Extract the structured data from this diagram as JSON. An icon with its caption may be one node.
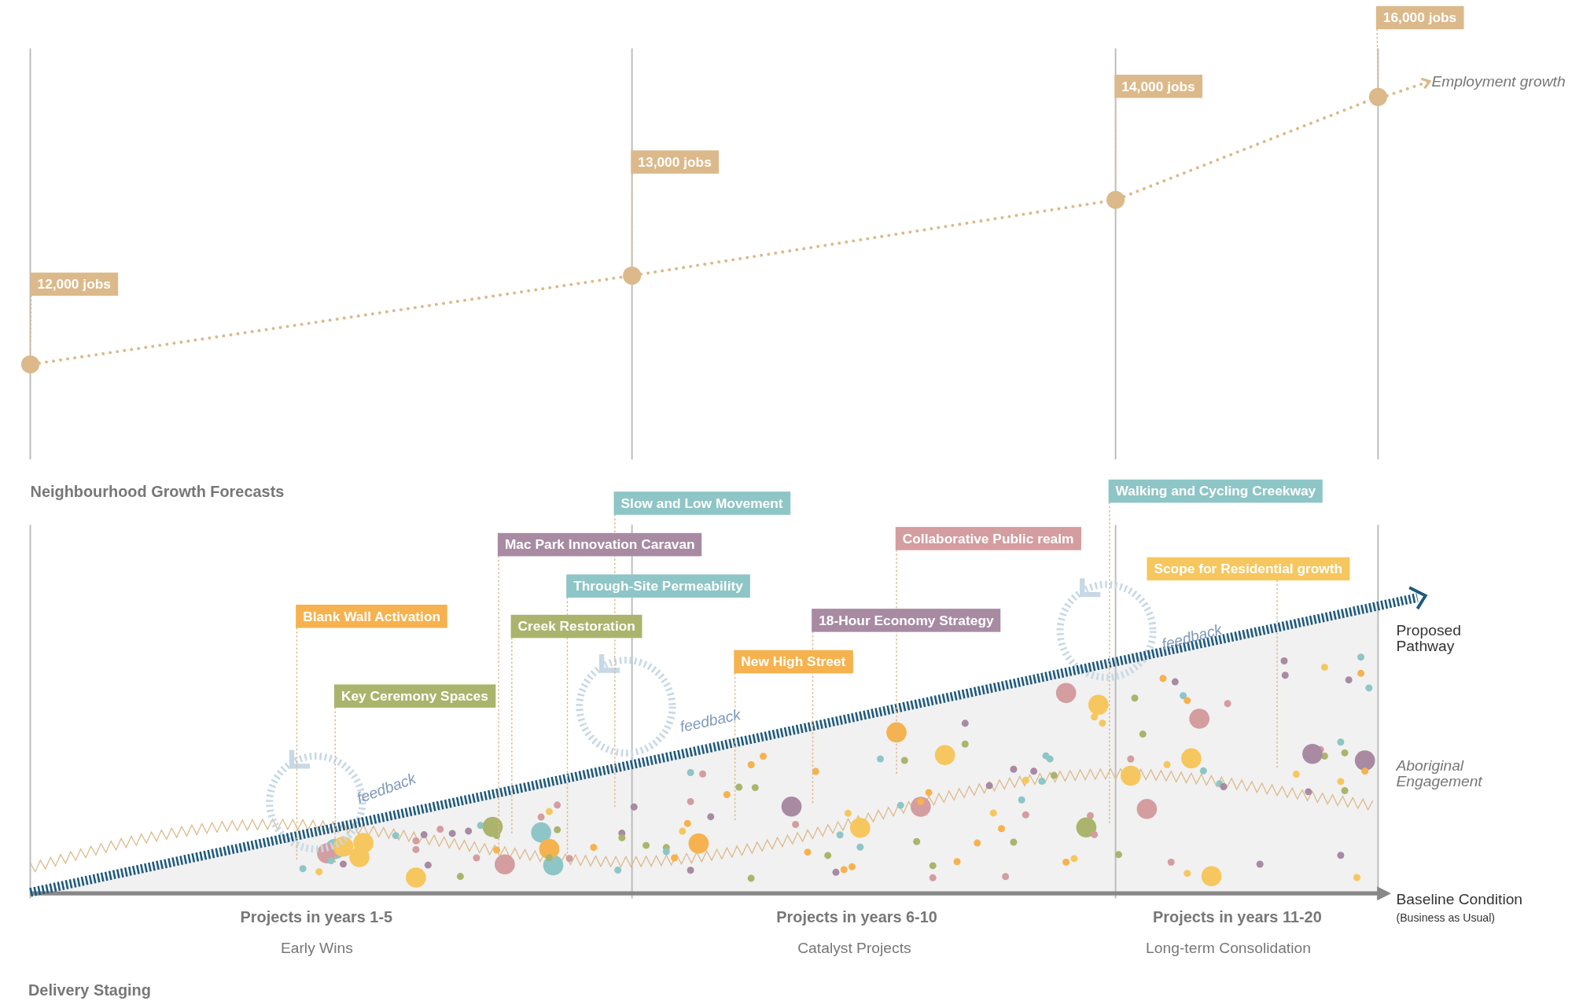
{
  "diagram": {
    "nodes": [
      {
        "text": [
          "12,000 jobs"
        ]
      },
      {
        "text": [],
        "shape": "circle"
      },
      {
        "text": [
          "13,000 jobs"
        ]
      },
      {
        "text": [],
        "shape": "circle"
      },
      {
        "text": [
          "14,000 jobs"
        ]
      },
      {
        "text": [],
        "shape": "circle"
      },
      {
        "text": [
          "16,000 jobs"
        ]
      },
      {
        "text": [],
        "shape": "circle"
      },
      {
        "text": [
          "Slow and Low Movement"
        ]
      },
      {
        "text": [
          "Walking and Cycling Creekway"
        ]
      },
      {
        "text": [
          "Mac Park Innovation Caravan"
        ]
      },
      {
        "text": [
          "Collaborative Public realm"
        ]
      },
      {
        "text": [
          "Through-Site Permeability"
        ]
      },
      {
        "text": [
          "Scope for Residential growth"
        ]
      },
      {
        "text": [
          "Blank Wall Activation"
        ]
      },
      {
        "text": [
          "Creek Restoration"
        ]
      },
      {
        "text": [
          "18-Hour Economy Strategy"
        ]
      },
      {
        "text": [
          "New High Street"
        ]
      },
      {
        "text": [
          "Key Ceremony Spaces"
        ]
      },
      {
        "text": [
          "Employment growth"
        ]
      }
    ],
    "edges": [
      {
        "from": 0,
        "to": 1,
        "arrow": "none",
        "style": "dashed"
      },
      {
        "from": 2,
        "to": 3,
        "arrow": "none",
        "style": "dashed"
      },
      {
        "from": 4,
        "to": 5,
        "arrow": "none",
        "style": "dashed"
      },
      {
        "from": 6,
        "to": 7,
        "arrow": "none",
        "style": "dashed"
      },
      {
        "from": 1,
        "to": 3,
        "arrow": "none",
        "style": "dashed"
      },
      {
        "from": 3,
        "to": 5,
        "arrow": "none",
        "style": "dashed"
      },
      {
        "from": 5,
        "to": 7,
        "arrow": "none",
        "style": "dashed"
      },
      {
        "from": 7,
        "to": 19,
        "arrow": "to",
        "style": "dashed"
      },
      {
        "from": 8,
        "to": null,
        "arrow": "none",
        "style": "dashed"
      },
      {
        "from": 9,
        "to": null,
        "arrow": "none",
        "style": "dashed"
      },
      {
        "from": 10,
        "to": null,
        "arrow": "none",
        "style": "dashed"
      },
      {
        "from": 11,
        "to": null,
        "arrow": "none",
        "style": "dashed"
      },
      {
        "from": 12,
        "to": null,
        "arrow": "none",
        "style": "dashed"
      },
      {
        "from": 13,
        "to": null,
        "arrow": "none",
        "style": "dashed"
      },
      {
        "from": 14,
        "to": null,
        "arrow": "none",
        "style": "dashed"
      },
      {
        "from": 15,
        "to": null,
        "arrow": "none",
        "style": "dashed"
      },
      {
        "from": 16,
        "to": null,
        "arrow": "none",
        "style": "dashed"
      },
      {
        "from": 17,
        "to": null,
        "arrow": "none",
        "style": "dashed"
      },
      {
        "from": 18,
        "to": null,
        "arrow": "none",
        "style": "dashed"
      }
    ],
    "labels": [
      "Neighbourhood Growth Forecasts",
      "feedback",
      "Proposed Pathway",
      "feedback",
      "Aboriginal Engagement",
      "feedback",
      "Baseline Condition",
      "Projects in years 1-5",
      "Projects in years 6-10",
      "Projects in years 11-20",
      "(Business as Usual)",
      "Early Wins",
      "Catalyst Projects",
      "Long-term Consolidation",
      "Delivery Staging"
    ]
  }
}
